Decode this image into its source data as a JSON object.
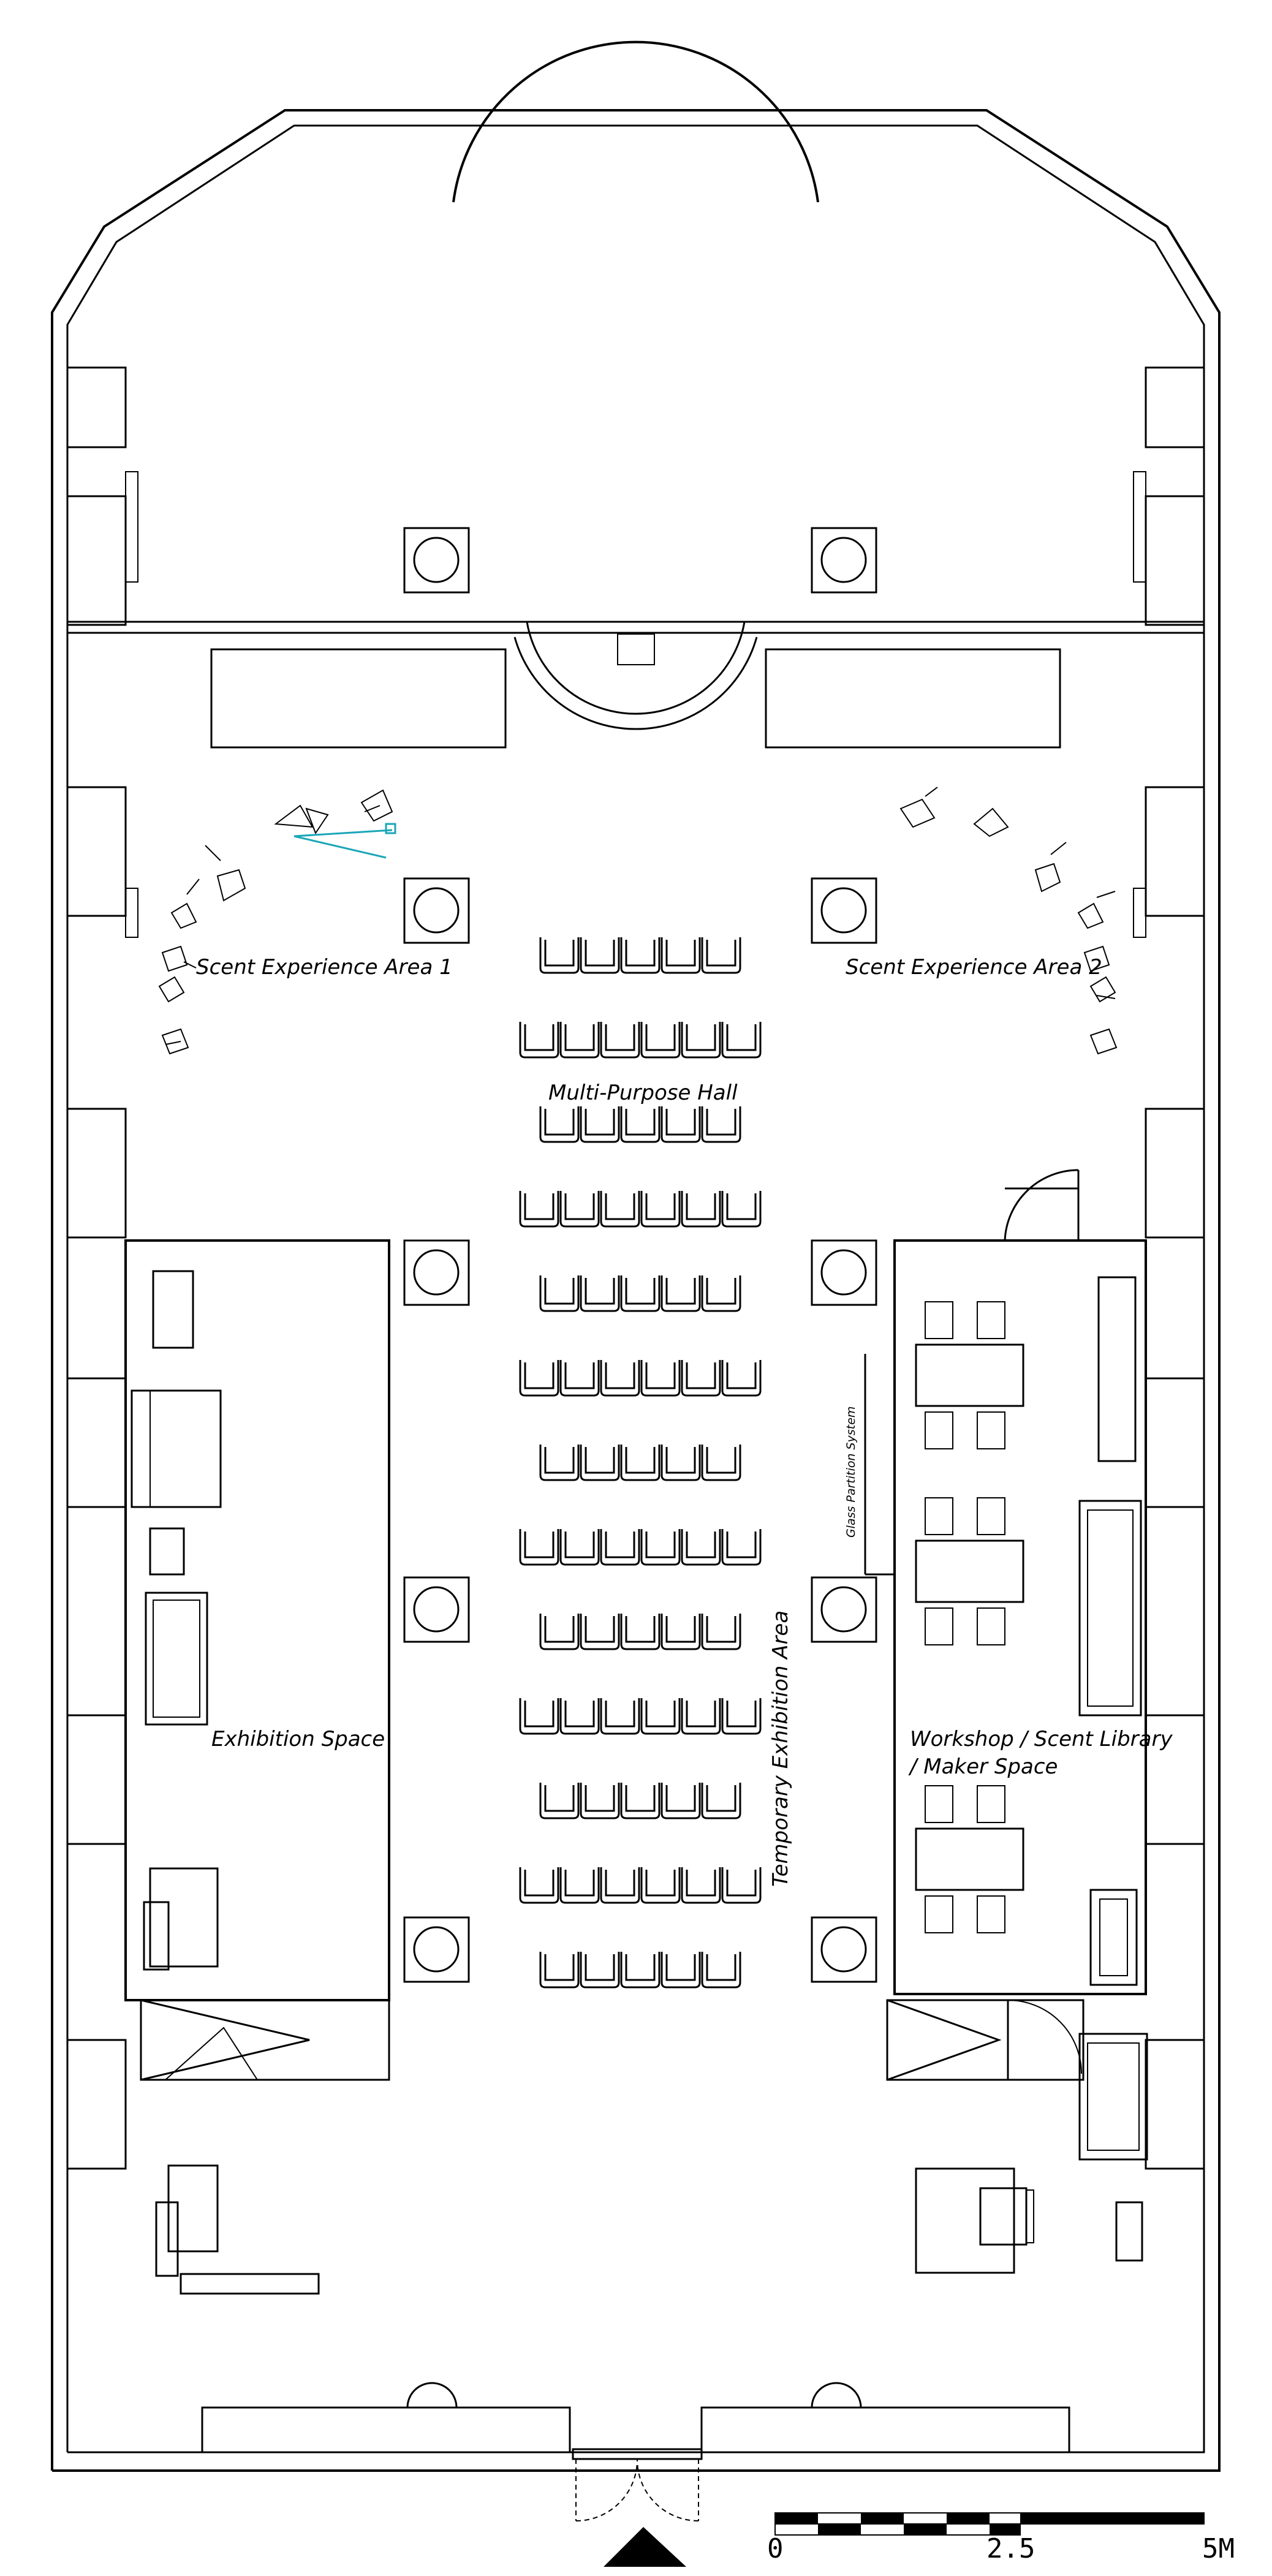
{
  "labels": {
    "scent_area_1": "Scent Experience Area 1",
    "scent_area_2": "Scent Experience Area 2",
    "multi_purpose_hall": "Multi-Purpose Hall",
    "exhibition_space": "Exhibition Space",
    "temporary_exhibition_area": "Temporary Exhibition Area",
    "glass_partition_system": "Glass Partition System",
    "workshop_line1": "Workshop / Scent Library",
    "workshop_line2": "/ Maker Space"
  },
  "scale_bar": {
    "label_0": "0",
    "label_mid": "2.5",
    "label_end": "5M"
  },
  "seating": {
    "row_seat_counts": [
      5,
      6,
      5,
      6,
      5,
      6,
      5,
      6,
      5,
      6,
      5,
      6,
      5
    ]
  },
  "colors": {
    "line": "#000000",
    "background": "#ffffff",
    "accent_sketch": "#1aa6b7"
  }
}
